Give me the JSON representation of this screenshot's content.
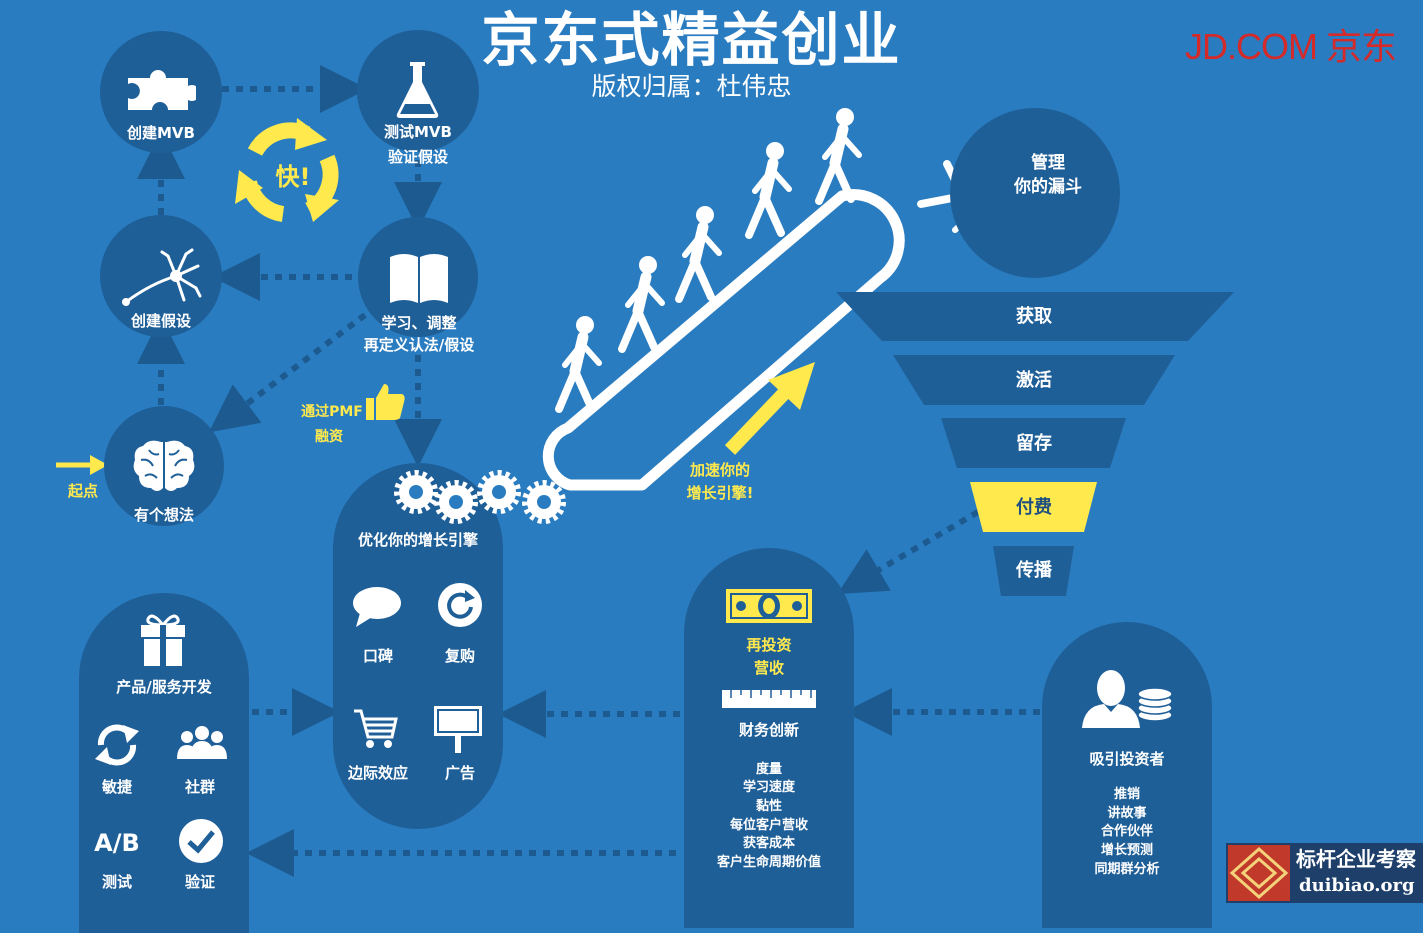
{
  "header": {
    "title": "京东式精益创业",
    "subtitle": "版权归属：杜伟忠",
    "logo": "JD.COM 京东"
  },
  "colors": {
    "background": "#2a7cc0",
    "node": "#1f5f98",
    "accent": "#ffe94d",
    "logo": "#d42a2a"
  },
  "cycle": {
    "create_mvb": "创建MVB",
    "test_line1": "测试MVB",
    "test_line2": "验证假设",
    "create_hypothesis": "创建假设",
    "learn_line1": "学习、调整",
    "learn_line2": "再定义认法/假设",
    "idea": "有个想法",
    "start": "起点",
    "fast": "快!",
    "pmf_line1": "通过PMF",
    "pmf_line2": "融资"
  },
  "escalator": {
    "accelerate_line1": "加速你的",
    "accelerate_line2": "增长引擎!"
  },
  "funnel": {
    "manage_line1": "管理",
    "manage_line2": "你的漏斗",
    "stages": [
      "获取",
      "激活",
      "留存",
      "付费",
      "传播"
    ]
  },
  "engine": {
    "title": "优化你的增长引擎",
    "items": [
      "口碑",
      "复购",
      "边际效应",
      "广告"
    ]
  },
  "product": {
    "title": "产品/服务开发",
    "items": [
      "敏捷",
      "社群",
      "测试",
      "验证"
    ],
    "ab": "A/B"
  },
  "finance": {
    "reinvest_line1": "再投资",
    "reinvest_line2": "营收",
    "title": "财务创新",
    "metrics": [
      "度量",
      "学习速度",
      "黏性",
      "每位客户营收",
      "获客成本",
      "客户生命周期价值"
    ]
  },
  "investor": {
    "title": "吸引投资者",
    "items": [
      "推销",
      "讲故事",
      "合作伙伴",
      "增长预测",
      "同期群分析"
    ]
  },
  "icons": [
    "puzzle-icon",
    "flask-icon",
    "neuron-icon",
    "book-icon",
    "brain-icon",
    "thumbs-up-icon",
    "gears-icon",
    "escalator-icon",
    "walking-person-icon",
    "falling-person-icon",
    "cycle-arrows-icon",
    "speech-bubble-icon",
    "repeat-icon",
    "cart-icon",
    "billboard-icon",
    "gift-icon",
    "sync-icon",
    "people-icon",
    "check-icon",
    "money-icon",
    "ruler-icon",
    "investor-icon",
    "coins-icon"
  ],
  "watermark": {
    "name": "标杆企业考察",
    "url": "duibiao.org"
  }
}
